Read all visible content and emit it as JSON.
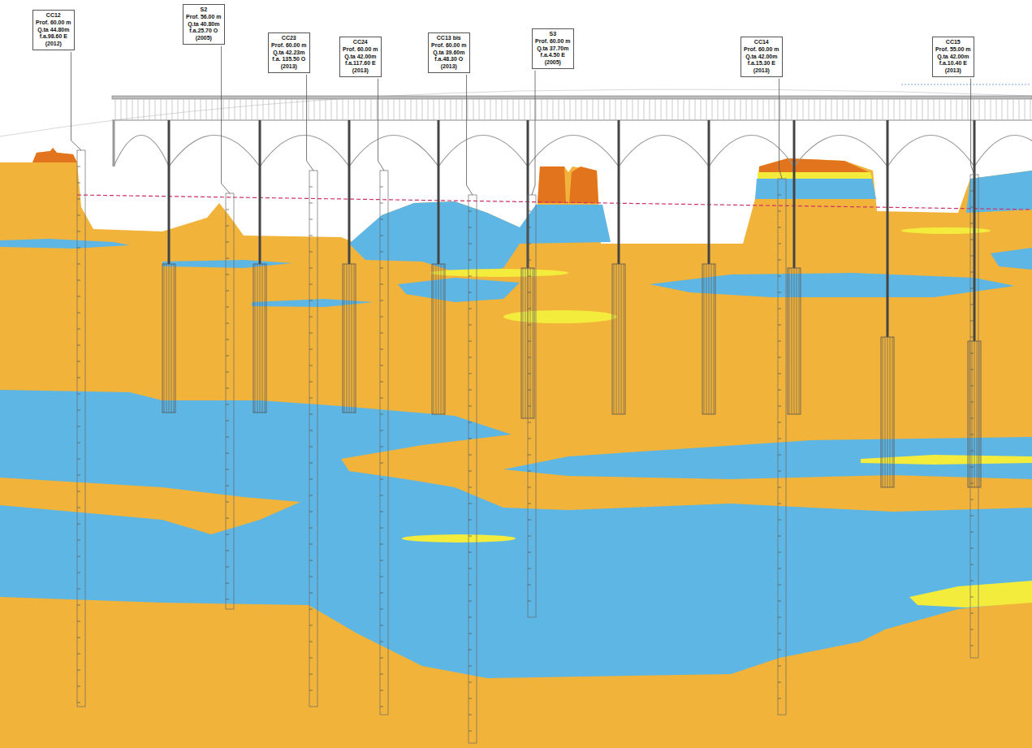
{
  "diagram": {
    "nodes": [
      {
        "text": [
          "CC12",
          "Prof. 60.00 m",
          "Q.ta 44.80m",
          "f.a.98.60 E",
          "(2012)"
        ]
      },
      {
        "text": [
          "S2",
          "Prof. 56.00 m",
          "Q.ta 40.80m",
          "f.a.25.70 O",
          "(2005)"
        ]
      },
      {
        "text": [
          "CC23",
          "Prof. 60.00 m",
          "Q.ta 42.23m",
          "f.a. 135.50 O",
          "(2013)"
        ]
      },
      {
        "text": [
          "CC24",
          "Prof. 60.00 m",
          "Q.ta 42.00m",
          "f.a.117.60 E",
          "(2013)"
        ]
      },
      {
        "text": [
          "CC13 bis",
          "Prof. 60.00 m",
          "Q.ta 39.60m",
          "f.a.48.30 O",
          "(2013)"
        ]
      },
      {
        "text": [
          "S3",
          "Prof. 60.00 m",
          "Q.ta 37.70m",
          "f.a.4.50 E",
          "(2005)"
        ]
      },
      {
        "text": [
          "CC14",
          "Prof. 60.00 m",
          "Q.ta 42.00m",
          "f.a.15.30 E",
          "(2013)"
        ]
      },
      {
        "text": [
          "CC15",
          "Prof. 55.00 m",
          "Q.ta 42.00m",
          "f.a.10.40 E",
          "(2013)"
        ]
      }
    ]
  }
}
